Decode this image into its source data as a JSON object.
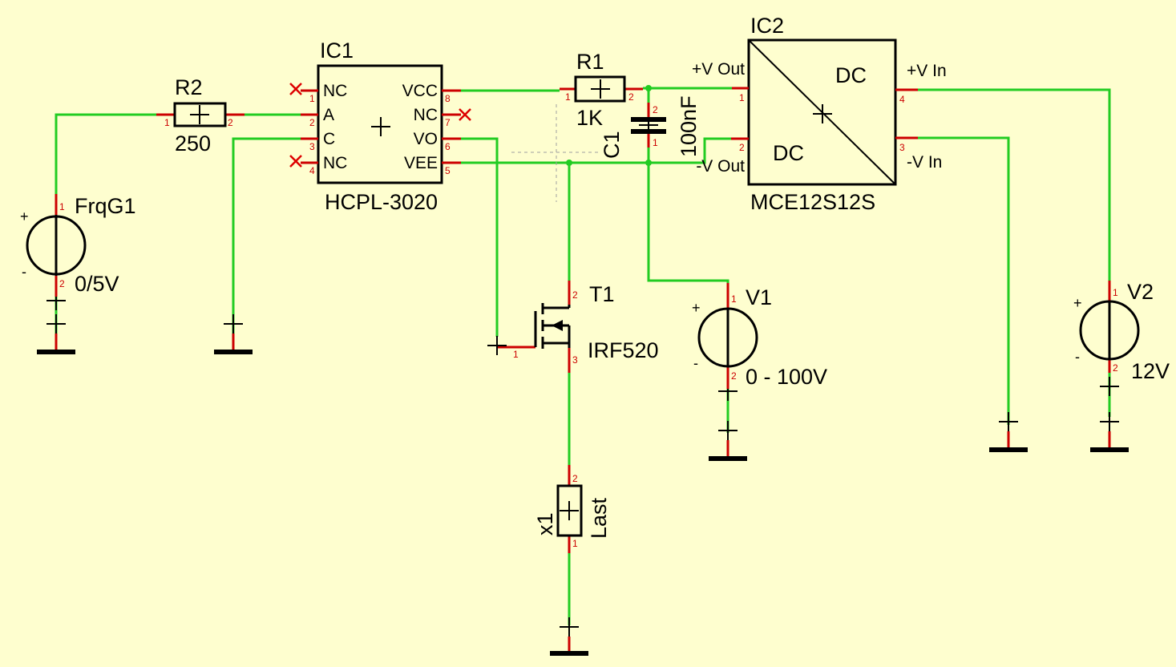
{
  "components": {
    "ic1": {
      "ref": "IC1",
      "value": "HCPL-3020",
      "pins_left": [
        {
          "num": "1",
          "label": "NC"
        },
        {
          "num": "2",
          "label": "A"
        },
        {
          "num": "3",
          "label": "C"
        },
        {
          "num": "4",
          "label": "NC"
        }
      ],
      "pins_right": [
        {
          "num": "8",
          "label": "VCC"
        },
        {
          "num": "7",
          "label": "NC"
        },
        {
          "num": "6",
          "label": "VO"
        },
        {
          "num": "5",
          "label": "VEE"
        }
      ]
    },
    "ic2": {
      "ref": "IC2",
      "value": "MCE12S12S",
      "dc_top": "DC",
      "dc_bottom": "DC",
      "pins_left": [
        {
          "num": "1",
          "label": "+V Out"
        },
        {
          "num": "2",
          "label": "-V Out"
        }
      ],
      "pins_right": [
        {
          "num": "4",
          "label": "+V In"
        },
        {
          "num": "3",
          "label": "-V In"
        }
      ]
    },
    "r1": {
      "ref": "R1",
      "value": "1K",
      "pin1": "1",
      "pin2": "2"
    },
    "r2": {
      "ref": "R2",
      "value": "250",
      "pin1": "1",
      "pin2": "2"
    },
    "c1": {
      "ref": "C1",
      "value": "100nF",
      "pin1": "1",
      "pin2": "2"
    },
    "t1": {
      "ref": "T1",
      "value": "IRF520",
      "pin_gate": "1",
      "pin_drain": "2",
      "pin_source": "3"
    },
    "x1": {
      "ref": "x1",
      "value": "Last",
      "pin1": "1",
      "pin2": "2"
    },
    "frqg1": {
      "ref": "FrqG1",
      "value": "0/5V",
      "pin1": "1",
      "pin2": "2",
      "plus": "+",
      "minus": "-"
    },
    "v1": {
      "ref": "V1",
      "value": "0 - 100V",
      "pin1": "1",
      "pin2": "2",
      "plus": "+",
      "minus": "-"
    },
    "v2": {
      "ref": "V2",
      "value": "12V",
      "pin1": "1",
      "pin2": "2",
      "plus": "+",
      "minus": "-"
    }
  },
  "colors": {
    "background": "#fefecf",
    "wire": "#22cc22",
    "pin": "#cc0000",
    "body": "#000000"
  }
}
